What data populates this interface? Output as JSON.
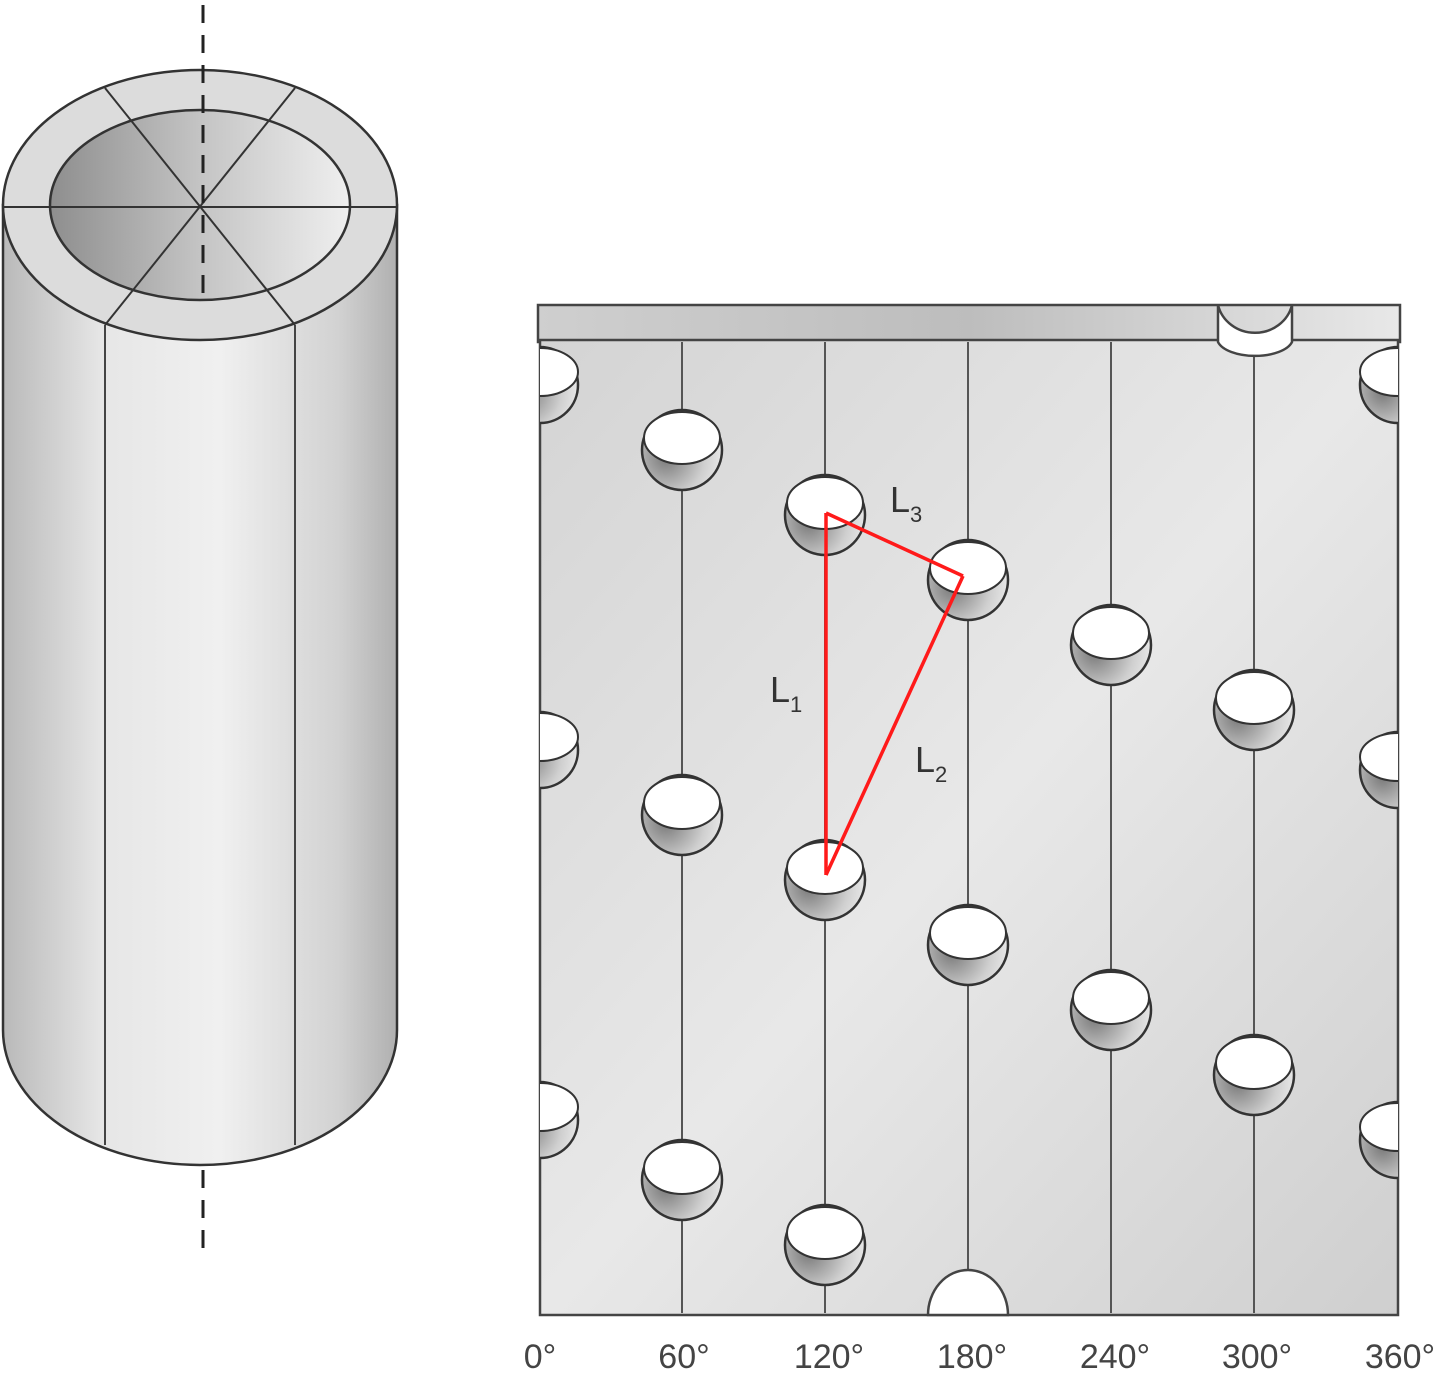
{
  "diagram": {
    "cylinder": {
      "description": "3D cylinder with hollow top, dashed central axis, top face divided into 6 sectors",
      "sector_lines": 3
    },
    "unrolled_sheet": {
      "axis_labels": [
        "0°",
        "60°",
        "120°",
        "180°",
        "240°",
        "300°",
        "360°"
      ],
      "column_x": [
        540,
        682,
        825,
        968,
        1111,
        1254,
        1397
      ],
      "segments": [
        {
          "label": "L",
          "sub": "1",
          "description": "vertical between 120° holes"
        },
        {
          "label": "L",
          "sub": "2",
          "description": "diagonal from lower 120° hole to 180° hole"
        },
        {
          "label": "L",
          "sub": "3",
          "description": "from upper 120° hole to 180° hole"
        }
      ],
      "triangle_color": "#ff1a1a"
    }
  }
}
